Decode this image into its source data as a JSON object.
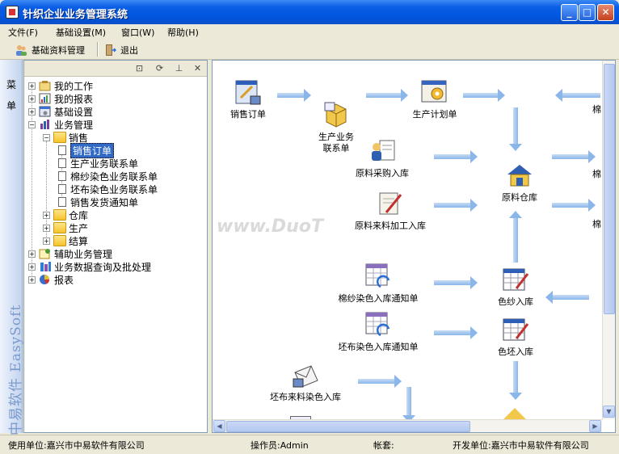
{
  "window": {
    "title": "针织企业业务管理系统"
  },
  "menu": [
    {
      "label": "文件(F)"
    },
    {
      "label": "基础设置(M)"
    },
    {
      "label": "窗口(W)"
    },
    {
      "label": "帮助(H)"
    }
  ],
  "toolbar": {
    "basic_data": "基础资料管理",
    "exit": "退出"
  },
  "sidetab": {
    "label": "菜单",
    "brand": "中易软件 EasySoft"
  },
  "tree": {
    "items": [
      {
        "label": "我的工作"
      },
      {
        "label": "我的报表"
      },
      {
        "label": "基础设置"
      },
      {
        "label": "业务管理"
      },
      {
        "label": "销售"
      },
      {
        "label": "销售订单"
      },
      {
        "label": "生产业务联系单"
      },
      {
        "label": "棉纱染色业务联系单"
      },
      {
        "label": "坯布染色业务联系单"
      },
      {
        "label": "销售发货通知单"
      },
      {
        "label": "仓库"
      },
      {
        "label": "生产"
      },
      {
        "label": "结算"
      },
      {
        "label": "辅助业务管理"
      },
      {
        "label": "业务数据查询及批处理"
      },
      {
        "label": "报表"
      }
    ]
  },
  "flow": {
    "sales_order": "销售订单",
    "production_contact": "生产业务\n联系单",
    "production_plan": "生产计划单",
    "raw_purchase_in": "原料采购入库",
    "raw_processing_in": "原料来料加工入库",
    "raw_warehouse": "原料仓库",
    "yarn_dye_notice": "棉纱染色入库通知单",
    "fabric_dye_notice": "坯布染色入库通知单",
    "color_yarn_in": "色纱入库",
    "color_fabric_in": "色坯入库",
    "fabric_material_dye_in": "坯布来料染色入库",
    "edge_label_1": "棉",
    "edge_label_2": "棉",
    "edge_label_3": "棉"
  },
  "watermark": "www.DuoT",
  "status": {
    "user_unit": "使用单位:嘉兴市中易软件有限公司",
    "operator": "操作员:Admin",
    "account": "帐套:",
    "developer": "开发单位:嘉兴市中易软件有限公司"
  }
}
